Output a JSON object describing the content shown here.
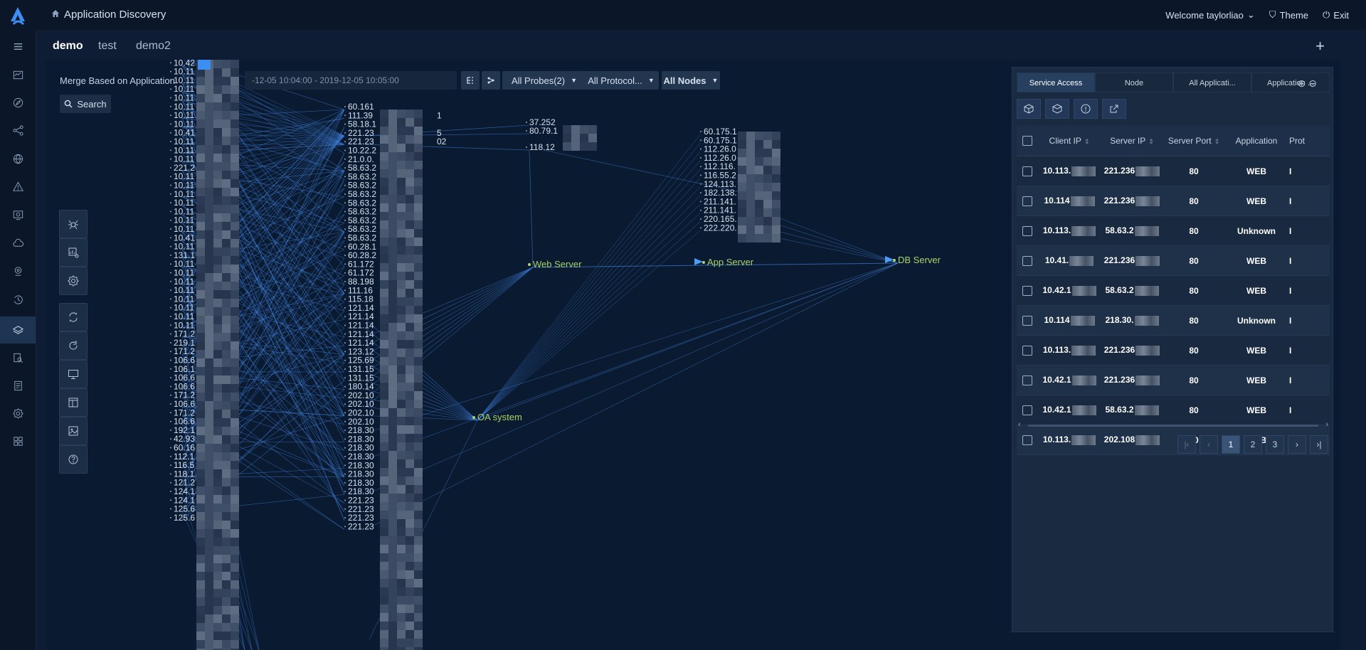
{
  "app": {
    "title": "Application Discovery",
    "welcome": "Welcome taylorliao",
    "theme_label": "Theme",
    "exit_label": "Exit"
  },
  "sidebar": {
    "icons": [
      "menu-icon",
      "monitor-chart-icon",
      "compass-icon",
      "topology-icon",
      "globe-icon",
      "alert-icon",
      "dashboard-icon",
      "cloud-icon",
      "location-icon",
      "history-icon",
      "layers-icon",
      "report-search-icon",
      "document-icon",
      "settings-icon",
      "apps-icon"
    ],
    "active_index": 10
  },
  "tabs": [
    {
      "label": "demo",
      "active": true
    },
    {
      "label": "test",
      "active": false
    },
    {
      "label": "demo2",
      "active": false
    }
  ],
  "controls": {
    "merge_label": "Merge Based on Application",
    "time_range": "-12-05 10:04:00 - 2019-12-05 10:05:00",
    "probes": "All Probes(2)",
    "protocols": "All Protocol...",
    "nodes": "All Nodes",
    "search_label": "Search"
  },
  "graph": {
    "column1_labels": [
      "10.11",
      "10.42",
      "10.11",
      "10.11",
      "10.11",
      "10.11",
      "10.11",
      "10.11",
      "10.11",
      "10.41",
      "10.11",
      "10.11",
      "10.11",
      "221.2",
      "10.11",
      "10.11",
      "10.11",
      "10.11",
      "10.11",
      "10.11",
      "10.11",
      "10.41",
      "10.11",
      "131.1",
      "10.11",
      "10.11",
      "10.11",
      "10.11",
      "10.11",
      "10.11",
      "10.11",
      "10.11",
      "171.2",
      "219.1",
      "171.2",
      "106.6",
      "106.1",
      "106.6",
      "106.6",
      "171.2",
      "106.6",
      "171.2",
      "106.6",
      "192.1",
      "42.93",
      "60.16",
      "112.1",
      "116.5",
      "118.1",
      "121.2",
      "124.1",
      "124.1",
      "125.6",
      "125.6"
    ],
    "column2_labels": [
      "60.161",
      "111.39",
      "58.18.1",
      "221.23",
      "221.23",
      "10.22.2",
      "21.0.0.",
      "58.63.2",
      "58.63.2",
      "58.63.2",
      "58.63.2",
      "58.63.2",
      "58.63.2",
      "58.63.2",
      "58.63.2",
      "58.63.2",
      "60.28.1",
      "60.28.2",
      "61.172",
      "61.172",
      "88.198",
      "111.16",
      "115.18",
      "121.14",
      "121.14",
      "121.14",
      "121.14",
      "121.14",
      "123.12",
      "125.69",
      "131.15",
      "131.15",
      "180.14",
      "202.10",
      "202.10",
      "202.10",
      "202.10",
      "218.30",
      "218.30",
      "218.30",
      "218.30",
      "218.30",
      "218.30",
      "218.30",
      "218.30",
      "221.23",
      "221.23",
      "221.23",
      "221.23"
    ],
    "column2_suffixes": [
      "",
      "1",
      "",
      "5",
      "02"
    ],
    "column3_labels": [
      "37.252",
      "80.79.1",
      "118.12"
    ],
    "column4_labels": [
      "60.175.1",
      "60.175.1",
      "112.26.0",
      "112.26.0",
      "112.116.",
      "116.55.2",
      "124.113.",
      "182.138.",
      "211.141.",
      "211.141.",
      "220.165.",
      "222.220."
    ],
    "app_nodes": {
      "web": "Web Server",
      "app": "App Server",
      "db": "DB Server",
      "oa": "OA system"
    }
  },
  "panel": {
    "tabs": [
      {
        "label": "Service Access",
        "active": true
      },
      {
        "label": "Node",
        "active": false
      },
      {
        "label": "All Applicati...",
        "active": false
      },
      {
        "label": "Application ...",
        "active": false
      }
    ],
    "tool_icons": [
      "cube-icon",
      "cube-outline-icon",
      "info-circle-icon",
      "export-icon"
    ],
    "columns": [
      "Client IP",
      "Server IP",
      "Server Port",
      "Application",
      "Prot"
    ],
    "rows": [
      {
        "client": "10.113.",
        "server": "221.236",
        "port": "80",
        "app": "WEB"
      },
      {
        "client": "10.114",
        "server": "221.236",
        "port": "80",
        "app": "WEB"
      },
      {
        "client": "10.113.",
        "server": "58.63.2",
        "port": "80",
        "app": "Unknown"
      },
      {
        "client": "10.41.",
        "server": "221.236",
        "port": "80",
        "app": "WEB"
      },
      {
        "client": "10.42.1",
        "server": "58.63.2",
        "port": "80",
        "app": "WEB"
      },
      {
        "client": "10.114",
        "server": "218.30.",
        "port": "80",
        "app": "Unknown"
      },
      {
        "client": "10.113.",
        "server": "221.236",
        "port": "80",
        "app": "WEB"
      },
      {
        "client": "10.42.1",
        "server": "221.236",
        "port": "80",
        "app": "WEB"
      },
      {
        "client": "10.42.1",
        "server": "58.63.2",
        "port": "80",
        "app": "WEB"
      },
      {
        "client": "10.113.",
        "server": "202.108",
        "port": "80",
        "app": "WEB"
      }
    ],
    "pages": [
      "1",
      "2",
      "3"
    ],
    "current_page": "1"
  },
  "colors": {
    "accent": "#2f6fd8",
    "app_label": "#a9d26b",
    "edge": "#3f7fd8"
  }
}
